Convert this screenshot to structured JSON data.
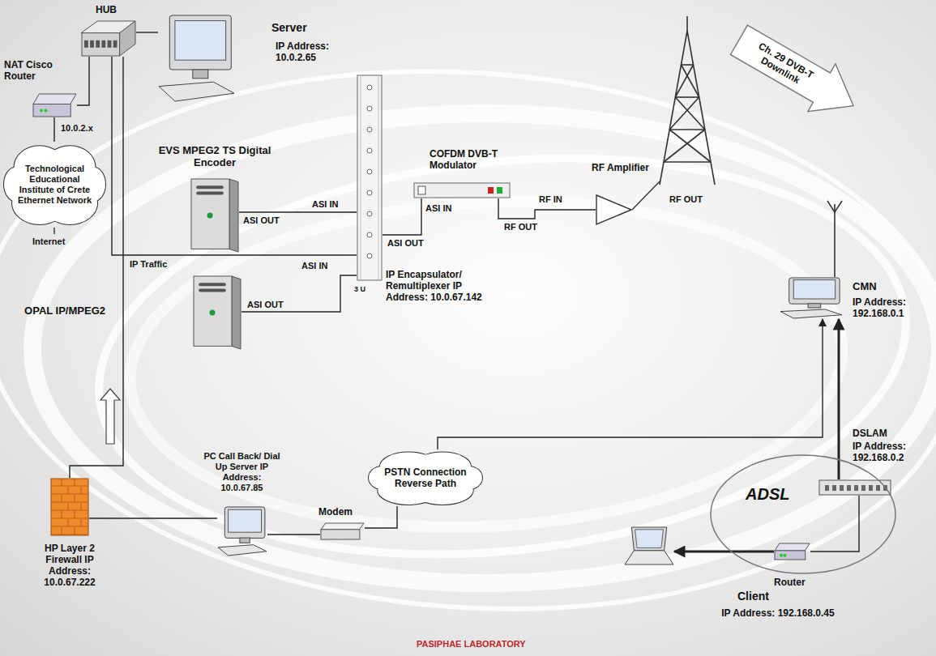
{
  "diagram": {
    "nodes": [
      {
        "text": [
          "HUB"
        ]
      },
      {
        "text": [
          "Server",
          "IP Address: 10.0.2.65"
        ]
      },
      {
        "text": [
          "NAT Cisco Router"
        ]
      },
      {
        "text": [
          "Technological Educational Institute of Crete Ethernet Network"
        ]
      },
      {
        "text": [
          "EVS MPEG2 TS Digital Encoder"
        ]
      },
      {
        "text": [
          "COFDM DVB-T Modulator"
        ]
      },
      {
        "text": [
          "RF Amplifier"
        ]
      },
      {
        "text": [
          "Ch. 29 DVB-T Downlink"
        ]
      },
      {
        "text": [
          "IP Encapsulator/ Remultiplexer IP Address: 10.0.67.142"
        ]
      },
      {
        "text": [
          "OPAL IP/MPEG2"
        ]
      },
      {
        "text": [
          "CMN",
          "IP Address: 192.168.0.1"
        ]
      },
      {
        "text": [
          "DSLAM",
          "IP Address: 192.168.0.2"
        ]
      },
      {
        "text": [
          "PC Call Back/ Dial Up Server IP Address: 10.0.67.85"
        ]
      },
      {
        "text": [
          "Modem"
        ]
      },
      {
        "text": [
          "PSTN Connection Reverse Path"
        ]
      },
      {
        "text": [
          "HP Layer 2 Firewall IP Address: 10.0.67.222"
        ]
      },
      {
        "text": [
          "ADSL"
        ]
      },
      {
        "text": [
          "Router"
        ],
        "in": 16
      },
      {
        "text": [
          "Client",
          "IP Address: 192.168.0.45"
        ]
      }
    ],
    "edges": [
      {
        "from": 0,
        "to": 1,
        "arrow": "none"
      },
      {
        "from": 0,
        "to": 2,
        "arrow": "none"
      },
      {
        "from": 2,
        "to": 3,
        "label": "10.0.2.x",
        "arrow": "none"
      },
      {
        "from": 0,
        "to": 8,
        "label": "IP Traffic",
        "arrow": "none"
      },
      {
        "from": 4,
        "to": 8,
        "arrow": "none"
      },
      {
        "from": 9,
        "to": 8,
        "arrow": "none"
      },
      {
        "from": 8,
        "to": 5,
        "arrow": "none"
      },
      {
        "from": 5,
        "to": 6,
        "arrow": "none"
      },
      {
        "from": 15,
        "to": 0,
        "arrow": "none"
      },
      {
        "from": 15,
        "to": 12,
        "arrow": "none"
      },
      {
        "from": 12,
        "to": 13,
        "arrow": "none"
      },
      {
        "from": 13,
        "to": 14,
        "arrow": "none"
      },
      {
        "from": 14,
        "to": 10,
        "arrow": "to"
      },
      {
        "from": 11,
        "to": 10,
        "arrow": "to"
      },
      {
        "from": 11,
        "to": 17,
        "arrow": "none"
      },
      {
        "from": 17,
        "to": 18,
        "arrow": "to"
      }
    ],
    "labels": [
      "Internet",
      "ASI IN",
      "ASI IN",
      "RF IN",
      "ASI OUT",
      "RF OUT",
      "RF OUT",
      "ASI OUT",
      "ASI IN",
      "3 U",
      "ASI OUT",
      "PASIPHAE LABORATORY"
    ]
  }
}
